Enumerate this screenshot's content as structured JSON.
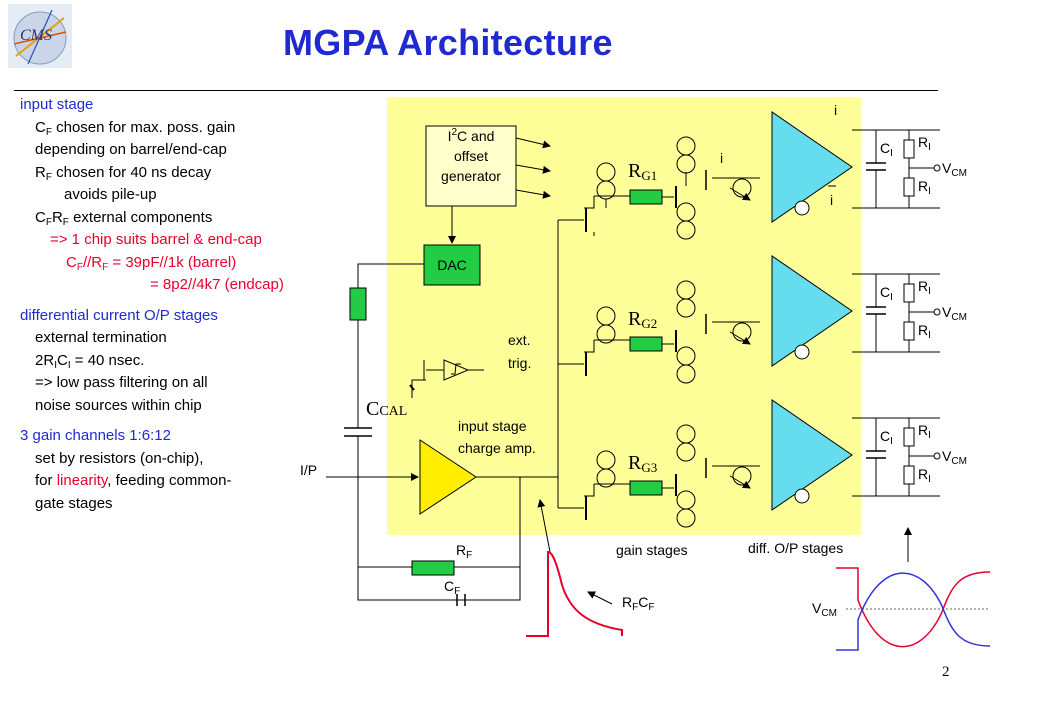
{
  "title": "MGPA Architecture",
  "page_number": "2",
  "logo_text": "CMS",
  "left": {
    "input_stage": "input stage",
    "cf_chosen": "C",
    "cf_sub": "F",
    "cf_rest": " chosen for max. poss. gain",
    "depending": "depending on barrel/end-cap",
    "rf_chosen": "R",
    "rf_sub": "F",
    "rf_rest": " chosen for 40 ns decay",
    "avoids": "avoids pile-up",
    "cfrf_a": "C",
    "cfrf_sub1": "F",
    "cfrf_b": "R",
    "cfrf_sub2": "F",
    "cfrf_rest": " external components",
    "one_chip": "=> 1 chip suits barrel & end-cap",
    "barrel_a": "C",
    "barrel_sub1": "F",
    "barrel_b": "//R",
    "barrel_sub2": "F",
    "barrel_rest": " = 39pF//1k  (barrel)",
    "endcap": "= 8p2//4k7 (endcap)",
    "diff_head": "differential current O/P stages",
    "ext_term": "external termination",
    "rc_a": "2R",
    "rc_sub1": "I",
    "rc_b": "C",
    "rc_sub2": "I",
    "rc_rest": " = 40 nsec.",
    "low_pass": "=> low pass filtering on all",
    "noise": "noise sources within chip",
    "gain_head": "3 gain channels 1:6:12",
    "set_by": "set by resistors (on-chip),",
    "for_a": "for ",
    "linearity": "linearity",
    "for_rest": ", feeding common-",
    "gate": "gate stages"
  },
  "diagram": {
    "i2c_line1_a": "I",
    "i2c_line1_sup": "2",
    "i2c_line1_b": "C and",
    "i2c_line2": "offset",
    "i2c_line3": "generator",
    "dac": "DAC",
    "ext": "ext.",
    "trig": "trig.",
    "ccal": "C",
    "ccal_sub": "CAL",
    "input_stage_1": "input stage",
    "input_stage_2": "charge amp.",
    "ip": "I/P",
    "rf": "R",
    "rf_sub": "F",
    "cf": "C",
    "cf_sub": "F",
    "rfcf_a": "R",
    "rfcf_sub1": "F",
    "rfcf_b": "C",
    "rfcf_sub2": "F",
    "rg1": "R",
    "rg1_sub": "G1",
    "rg2": "R",
    "rg2_sub": "G2",
    "rg3": "R",
    "rg3_sub": "G3",
    "i_label": "i",
    "gain_stages": "gain stages",
    "diff_stages": "diff. O/P stages",
    "ci": "C",
    "ci_sub": "I",
    "ri": "R",
    "ri_sub": "I",
    "vcm": "V",
    "vcm_sub": "CM"
  },
  "colors": {
    "title": "#1f2bd0",
    "accent_red": "#e8002a",
    "panel": "#ffff99",
    "resistor": "#22cc44",
    "amp": "#ffee00",
    "diff_amp": "#66ddee",
    "pulse": "#e8002a",
    "signal_blue": "#3333dd"
  }
}
